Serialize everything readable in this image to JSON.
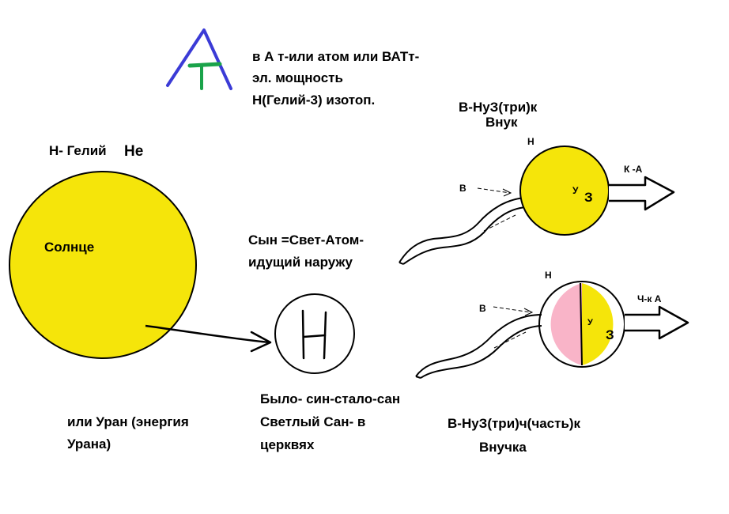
{
  "definition": {
    "letter_line": "в А т-или атом или ВАТт-",
    "line2": "эл. мощность",
    "line3": "Н(Гелий-3) изотоп."
  },
  "sun": {
    "title": "Н- Гелий",
    "title_suffix": "Не",
    "label": "Солнце",
    "caption_line1": "или Уран (энергия",
    "caption_line2": "Урана)"
  },
  "son": {
    "letter": "Н",
    "line1": "Сын =Свет-Атом-",
    "line2": "идущий наружу",
    "below1": "Было- син-стало-сан",
    "below2": "Светлый Сан- в",
    "below3": "церквях"
  },
  "grandson": {
    "title": "В-НуЗ(три)к",
    "subtitle": "Внук",
    "h_label": "Н",
    "v_label": "В",
    "u_label": "У",
    "z_label": "З",
    "arrow_label": "К  -А"
  },
  "granddaughter": {
    "h_label": "Н",
    "v_label": "В",
    "u_label": "У",
    "z_label": "З",
    "arrow_label": "Ч-к А",
    "title": "В-НуЗ(три)ч(часть)к",
    "subtitle": "Внучка"
  },
  "colors": {
    "yellow": "#f5e50a",
    "pink": "#f9b4c8",
    "blue": "#3b3bd6",
    "green": "#1aa34a"
  }
}
